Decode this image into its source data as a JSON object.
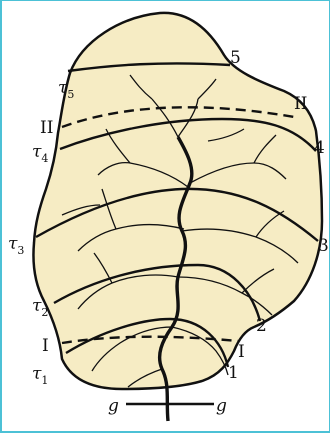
{
  "colors": {
    "fill": "#f6ecc4",
    "stroke": "#111111",
    "frame": "#4cc1d6"
  },
  "labels": {
    "n1": "1",
    "n2": "2",
    "n3": "3",
    "n4": "4",
    "n5": "5",
    "roman_I_left": "I",
    "roman_I_right": "I",
    "roman_II_left": "II",
    "roman_II_right": "II",
    "tau": "τ",
    "tau1_sub": "1",
    "tau2_sub": "2",
    "tau3_sub": "3",
    "tau4_sub": "4",
    "tau5_sub": "5",
    "g_left": "g",
    "g_right": "g"
  }
}
